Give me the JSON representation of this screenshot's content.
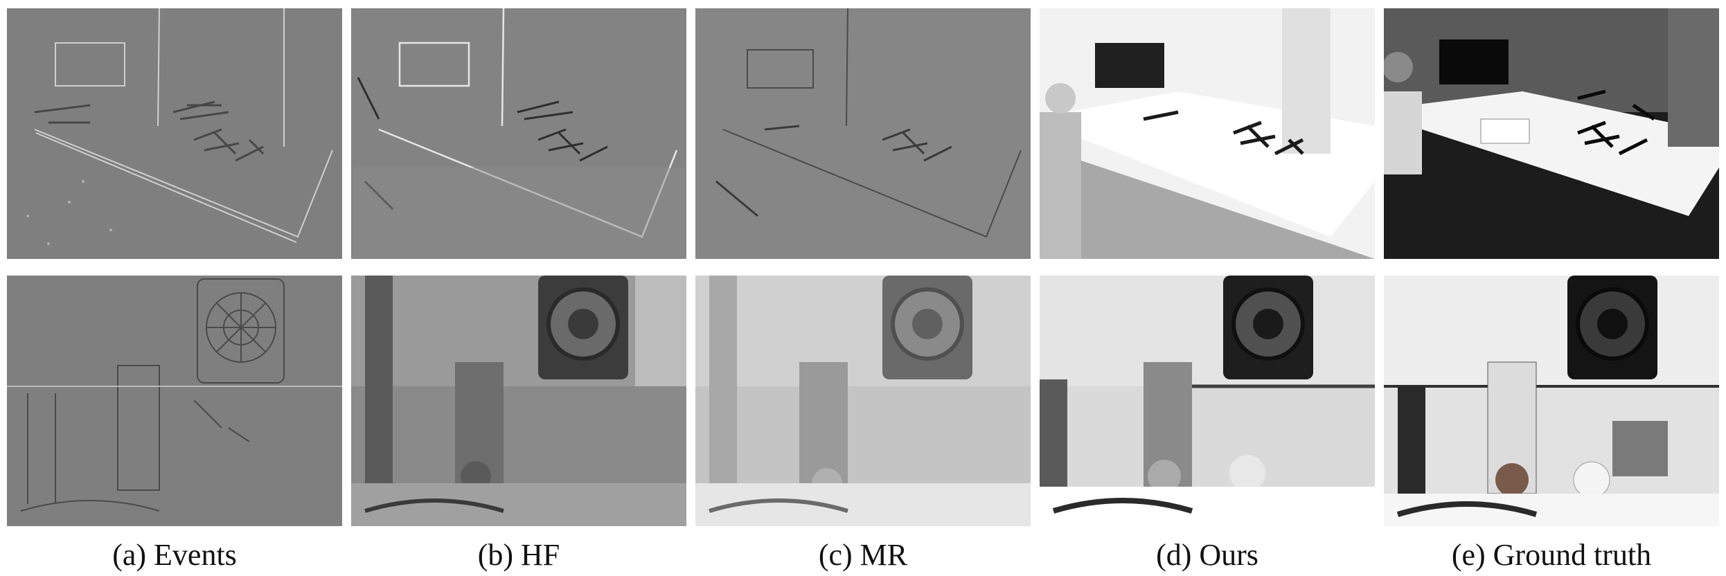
{
  "figure": {
    "captions": [
      "(a) Events",
      "(b) HF",
      "(c) MR",
      "(d) Ours",
      "(e) Ground truth"
    ],
    "rows": [
      {
        "scene": "desk-with-drones-and-person"
      },
      {
        "scene": "dartboard-and-shelf"
      }
    ],
    "columns": [
      {
        "method": "events",
        "style": "edge-map"
      },
      {
        "method": "hf",
        "style": "noisy-reconstruction"
      },
      {
        "method": "mr",
        "style": "smooth-reconstruction"
      },
      {
        "method": "ours",
        "style": "bright-reconstruction"
      },
      {
        "method": "ground-truth",
        "style": "photo"
      }
    ]
  }
}
